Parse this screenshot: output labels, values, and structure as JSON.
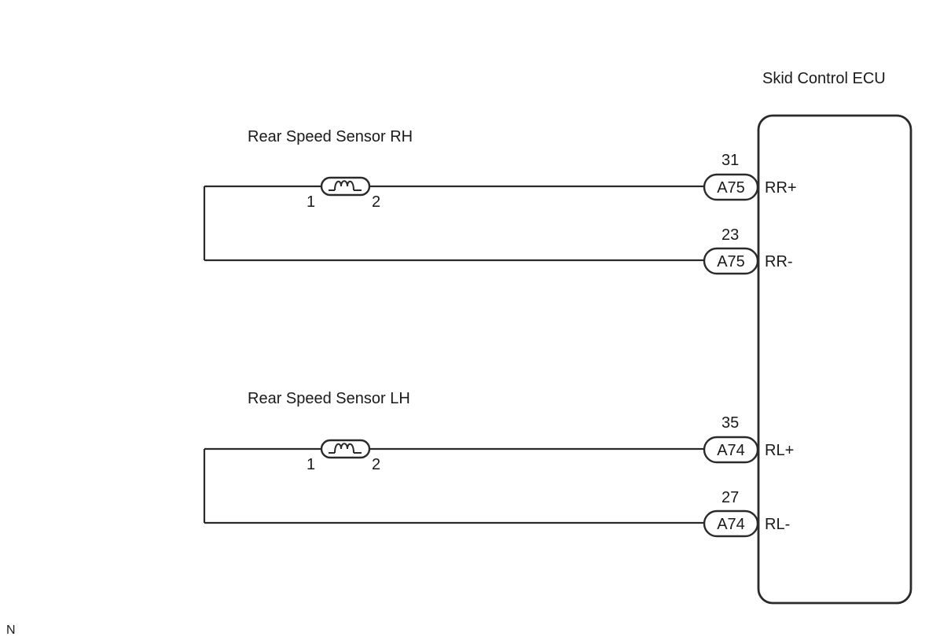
{
  "ecu": {
    "title": "Skid Control ECU"
  },
  "sensors": [
    {
      "label": "Rear Speed Sensor RH",
      "pin_left": "1",
      "pin_right": "2",
      "terminals": [
        {
          "pin": "31",
          "connector": "A75",
          "signal": "RR+"
        },
        {
          "pin": "23",
          "connector": "A75",
          "signal": "RR-"
        }
      ]
    },
    {
      "label": "Rear Speed Sensor LH",
      "pin_left": "1",
      "pin_right": "2",
      "terminals": [
        {
          "pin": "35",
          "connector": "A74",
          "signal": "RL+"
        },
        {
          "pin": "27",
          "connector": "A74",
          "signal": "RL-"
        }
      ]
    }
  ],
  "footer": {
    "mark": "N"
  }
}
